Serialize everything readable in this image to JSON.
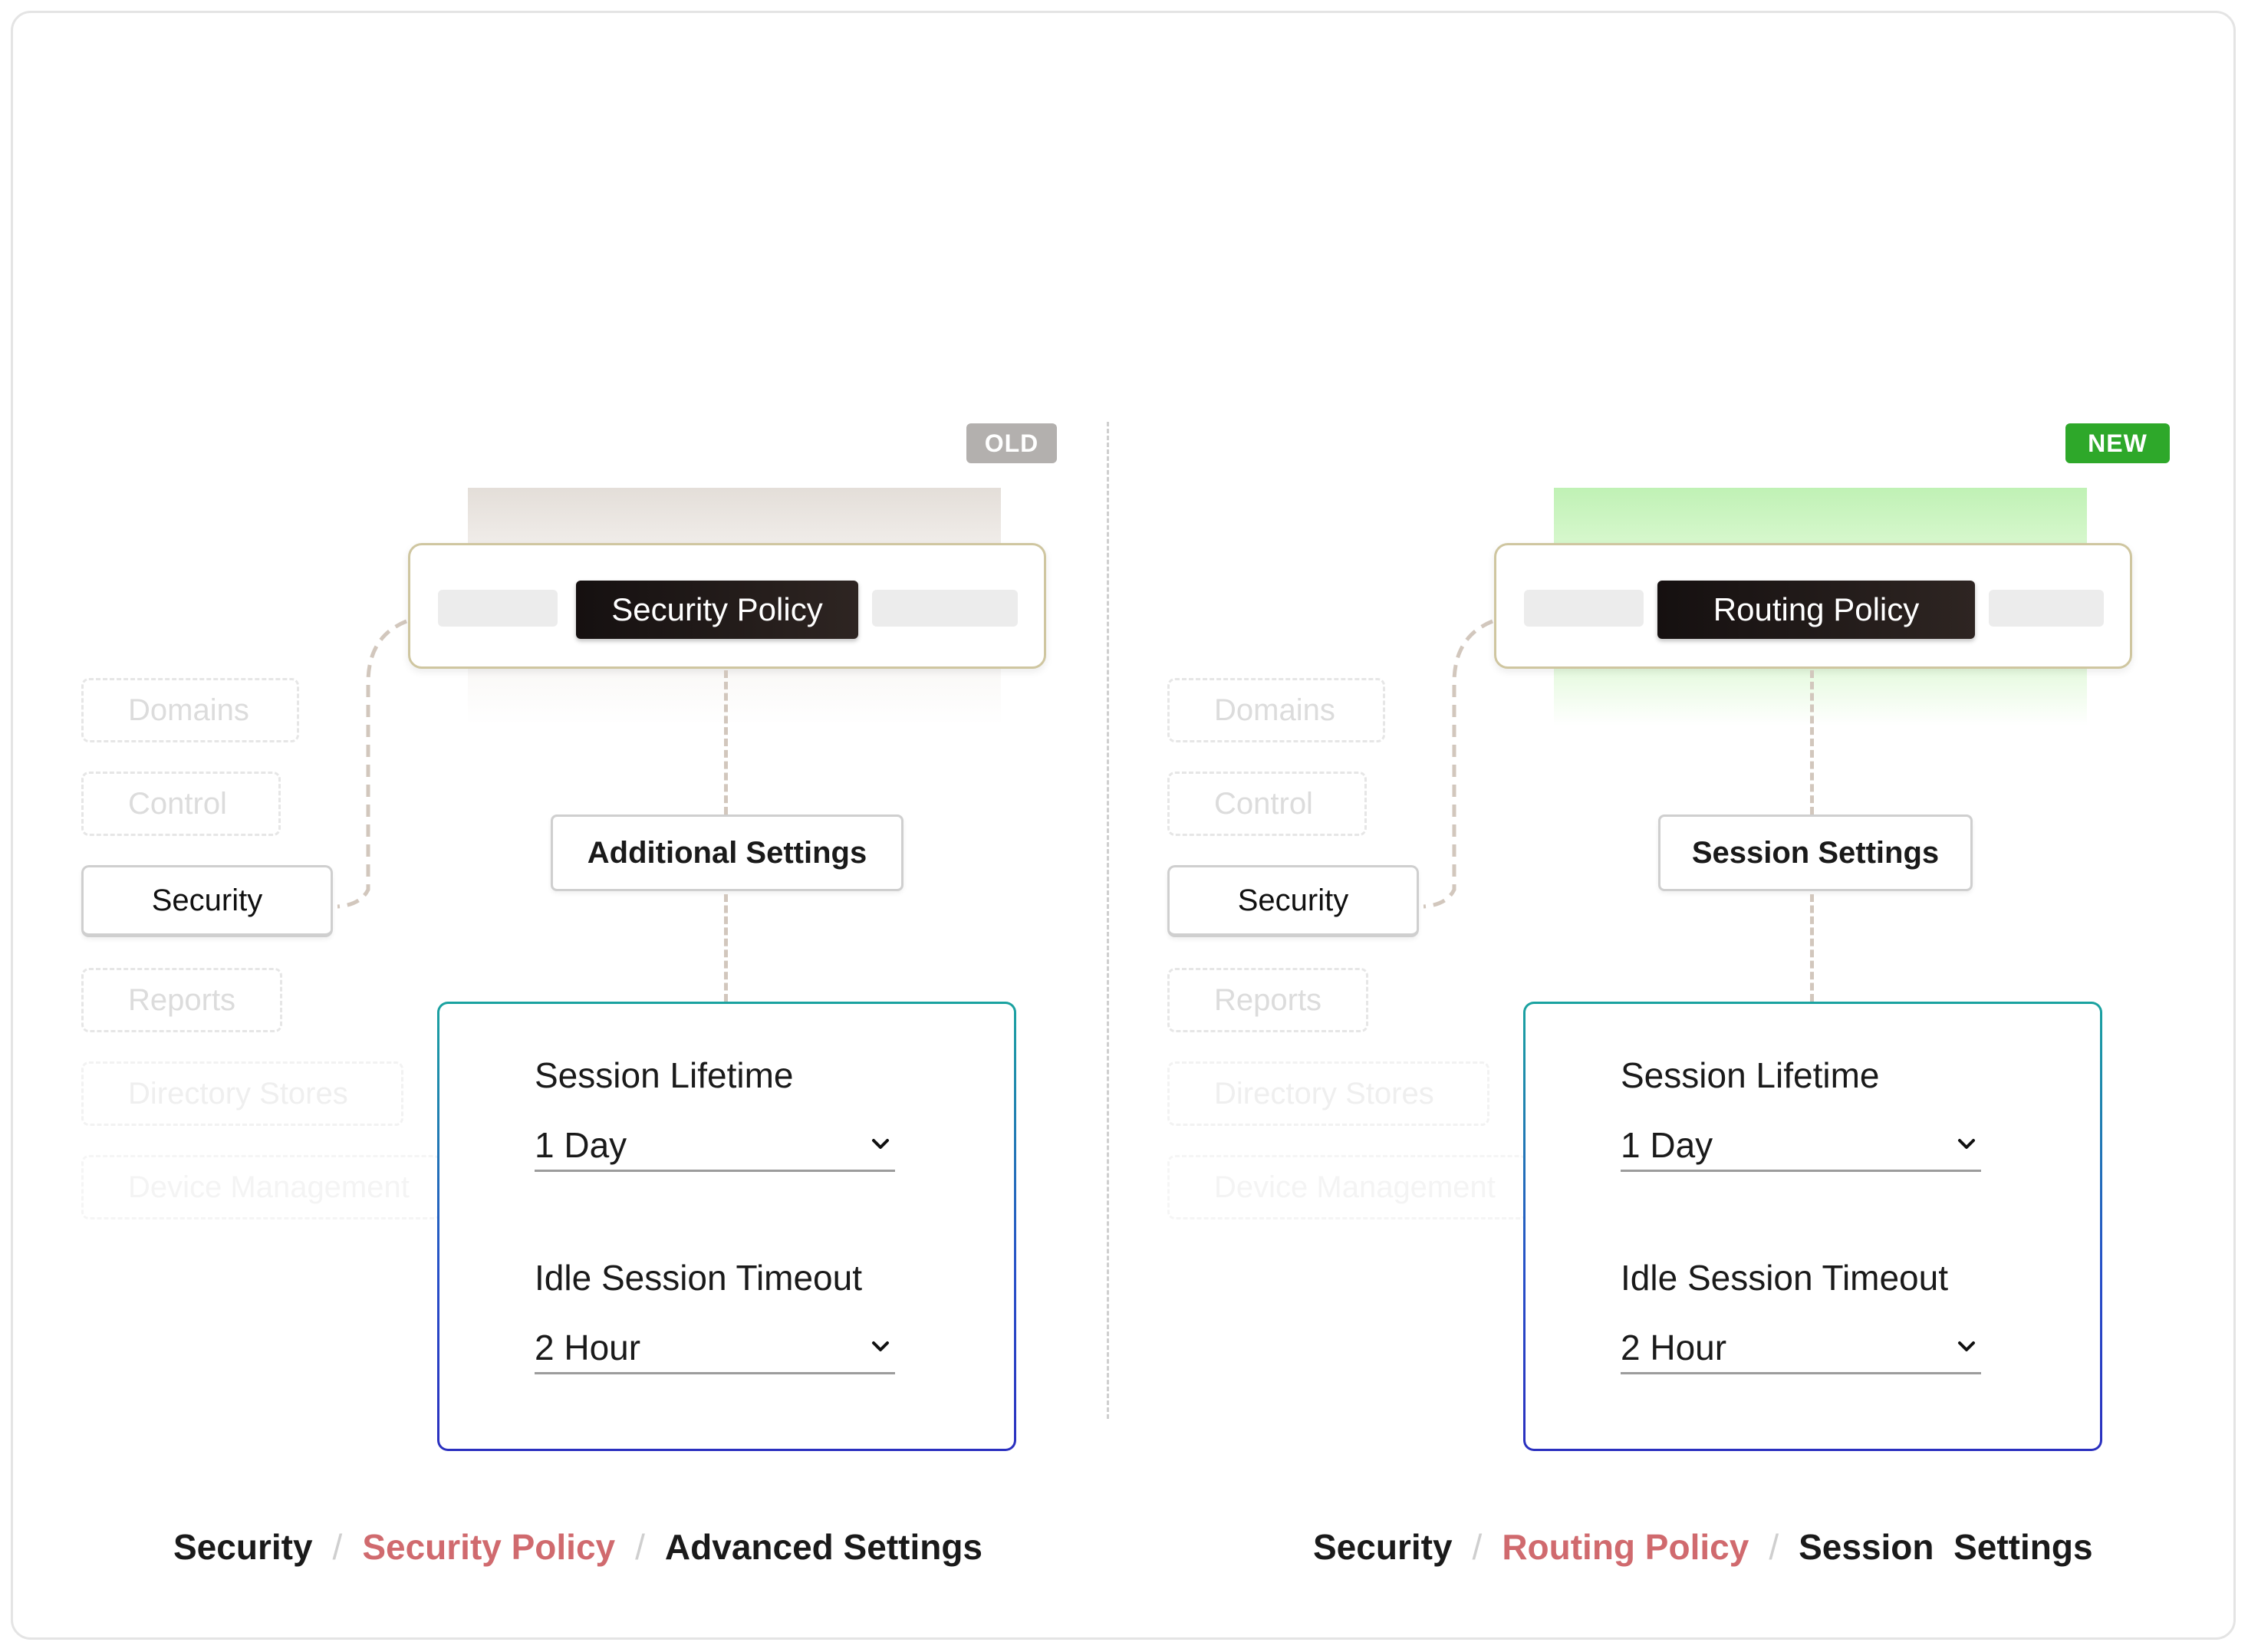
{
  "colors": {
    "old_badge": "#b3b0ae",
    "new_badge": "#2ea82a",
    "breadcrumb_accent": "#d06a6e",
    "settings_border_top": "#1aa3a0",
    "settings_border_bottom": "#2a2fbf"
  },
  "left": {
    "badge": "OLD",
    "policy_pill": "Security Policy",
    "mid_node": "Additional Settings",
    "sidebar": [
      "Domains",
      "Control",
      "Security",
      "Reports",
      "Directory Stores",
      "Device Management"
    ],
    "settings": {
      "field1_label": "Session Lifetime",
      "field1_value": "1 Day",
      "field2_label": "Idle Session Timeout",
      "field2_value": "2 Hour"
    },
    "breadcrumb": [
      "Security",
      "Security Policy",
      "Advanced Settings"
    ]
  },
  "right": {
    "badge": "NEW",
    "policy_pill": "Routing Policy",
    "mid_node": "Session Settings",
    "sidebar": [
      "Domains",
      "Control",
      "Security",
      "Reports",
      "Directory Stores",
      "Device Management"
    ],
    "settings": {
      "field1_label": "Session Lifetime",
      "field1_value": "1 Day",
      "field2_label": "Idle Session Timeout",
      "field2_value": "2 Hour"
    },
    "breadcrumb": [
      "Security",
      "Routing Policy",
      "Session  Settings"
    ]
  },
  "breadcrumb_separator": "/",
  "icons": {
    "dropdown": "chevron-down-icon"
  }
}
